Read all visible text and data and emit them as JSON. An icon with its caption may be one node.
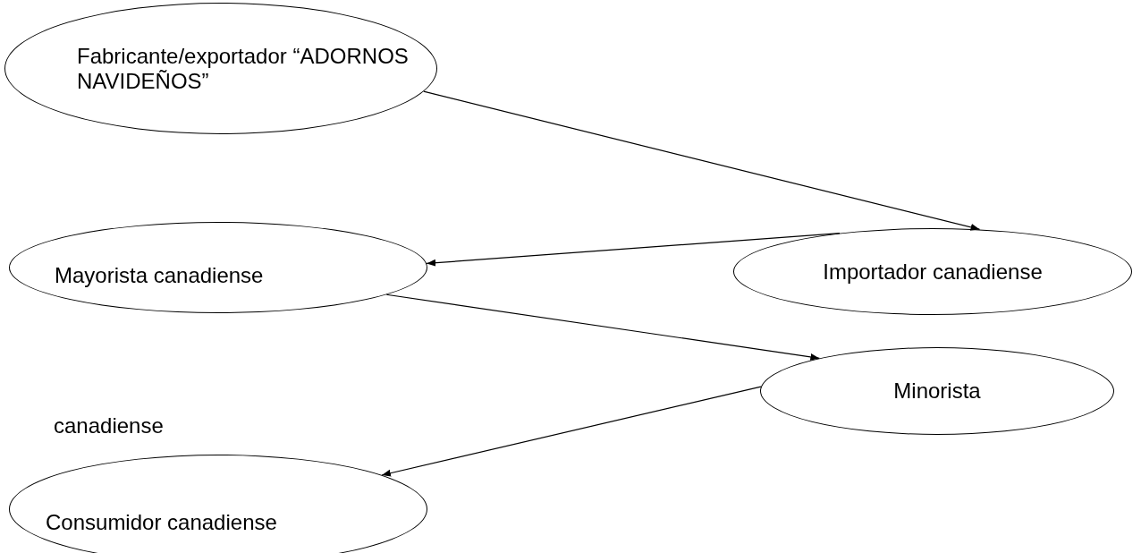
{
  "diagram": {
    "nodes": [
      {
        "text": [
          "Fabricante/exportador “ADORNOS NAVIDEÑOS”"
        ]
      },
      {
        "text": [
          "Importador canadiense"
        ]
      },
      {
        "text": [
          "Mayorista canadiense"
        ]
      },
      {
        "text": [
          "Minorista"
        ]
      },
      {
        "text": [
          "Consumidor canadiense"
        ]
      }
    ],
    "edges": [
      {
        "from": 0,
        "to": 1,
        "arrow": "to"
      },
      {
        "from": 1,
        "to": 2,
        "arrow": "to"
      },
      {
        "from": 2,
        "to": 3,
        "arrow": "to"
      },
      {
        "from": 3,
        "to": 4,
        "arrow": "to"
      }
    ],
    "labels": [
      "canadiense"
    ]
  }
}
